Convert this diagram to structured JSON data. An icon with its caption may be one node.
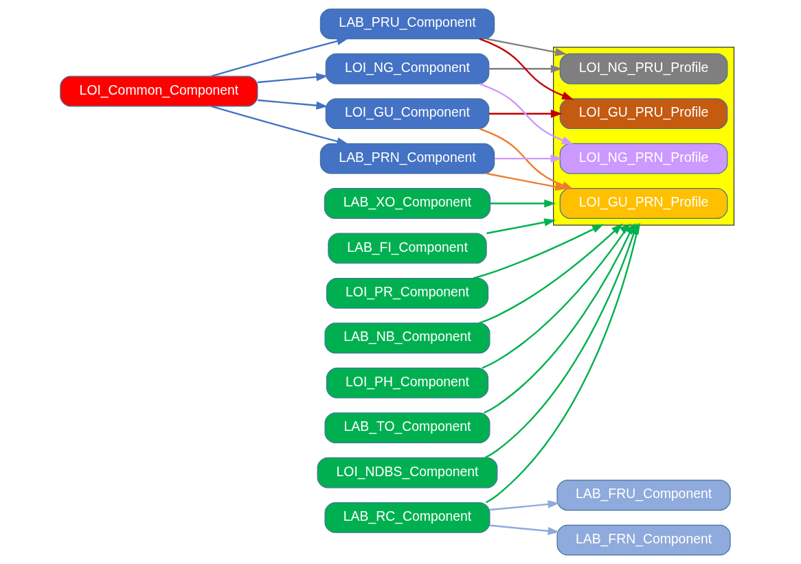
{
  "diagram": {
    "nodes": [
      {
        "text": [
          "LOI_Common_Component"
        ]
      },
      {
        "text": [
          "LOI_GU_Component"
        ]
      },
      {
        "text": [
          "LOI_NG_Component"
        ]
      },
      {
        "text": [
          "LAB_PRU_Component"
        ]
      },
      {
        "text": [
          "LAB_PRN_Component"
        ]
      },
      {
        "text": [],
        "shape": "box"
      },
      {
        "text": [
          "LOI_GU_PRN_Profile"
        ],
        "in": 5
      },
      {
        "text": [
          "LOI_GU_PRU_Profile"
        ],
        "in": 5
      },
      {
        "text": [
          "LOI_NG_PRN_Profile"
        ],
        "in": 5
      },
      {
        "text": [
          "LOI_NG_PRU_Profile"
        ],
        "in": 5
      },
      {
        "text": [
          "LAB_FI_Component"
        ]
      },
      {
        "text": [
          "LOI_PR_Component"
        ]
      },
      {
        "text": [
          "LAB_NB_Component"
        ]
      },
      {
        "text": [
          "LOI_PH_Component"
        ]
      },
      {
        "text": [
          "LAB_TO_Component"
        ]
      },
      {
        "text": [
          "LOI_NDBS_Component"
        ]
      },
      {
        "text": [
          "LAB_XO_Component"
        ]
      },
      {
        "text": [
          "LAB_FRU_Component"
        ]
      },
      {
        "text": [
          "LAB_FRN_Component"
        ]
      },
      {
        "text": [
          "LAB_RC_Component"
        ]
      }
    ],
    "edges": [
      {
        "from": 0,
        "to": 1,
        "arrow": "to",
        "color": "#4472c4"
      },
      {
        "from": 0,
        "to": 2,
        "arrow": "to",
        "color": "#4472c4"
      },
      {
        "from": 0,
        "to": 3,
        "arrow": "to",
        "color": "#4472c4"
      },
      {
        "from": 0,
        "to": 4,
        "arrow": "to",
        "color": "#4472c4"
      },
      {
        "from": 1,
        "to": 6,
        "arrow": "to",
        "color": "#ed7d31"
      },
      {
        "from": 4,
        "to": 6,
        "arrow": "to",
        "color": "#ed7d31"
      },
      {
        "from": 1,
        "to": 7,
        "arrow": "to",
        "color": "#c00000"
      },
      {
        "from": 3,
        "to": 7,
        "arrow": "to",
        "color": "#c00000"
      },
      {
        "from": 2,
        "to": 8,
        "arrow": "to",
        "color": "#cc99ff"
      },
      {
        "from": 4,
        "to": 8,
        "arrow": "to",
        "color": "#cc99ff"
      },
      {
        "from": 2,
        "to": 9,
        "arrow": "to",
        "color": "#808080"
      },
      {
        "from": 3,
        "to": 9,
        "arrow": "to",
        "color": "#808080"
      },
      {
        "from": 10,
        "to": 5,
        "arrow": "to"
      },
      {
        "from": 11,
        "to": 5,
        "arrow": "to"
      },
      {
        "from": 12,
        "to": 5,
        "arrow": "to"
      },
      {
        "from": 13,
        "to": 5,
        "arrow": "to"
      },
      {
        "from": 14,
        "to": 5,
        "arrow": "to"
      },
      {
        "from": 15,
        "to": 5,
        "arrow": "to"
      },
      {
        "from": 16,
        "to": 5,
        "arrow": "to"
      },
      {
        "from": 19,
        "to": 5,
        "arrow": "to"
      },
      {
        "from": 19,
        "to": 17,
        "arrow": "to",
        "color": "#8faadc"
      },
      {
        "from": 19,
        "to": 18,
        "arrow": "to",
        "color": "#8faadc"
      }
    ]
  }
}
